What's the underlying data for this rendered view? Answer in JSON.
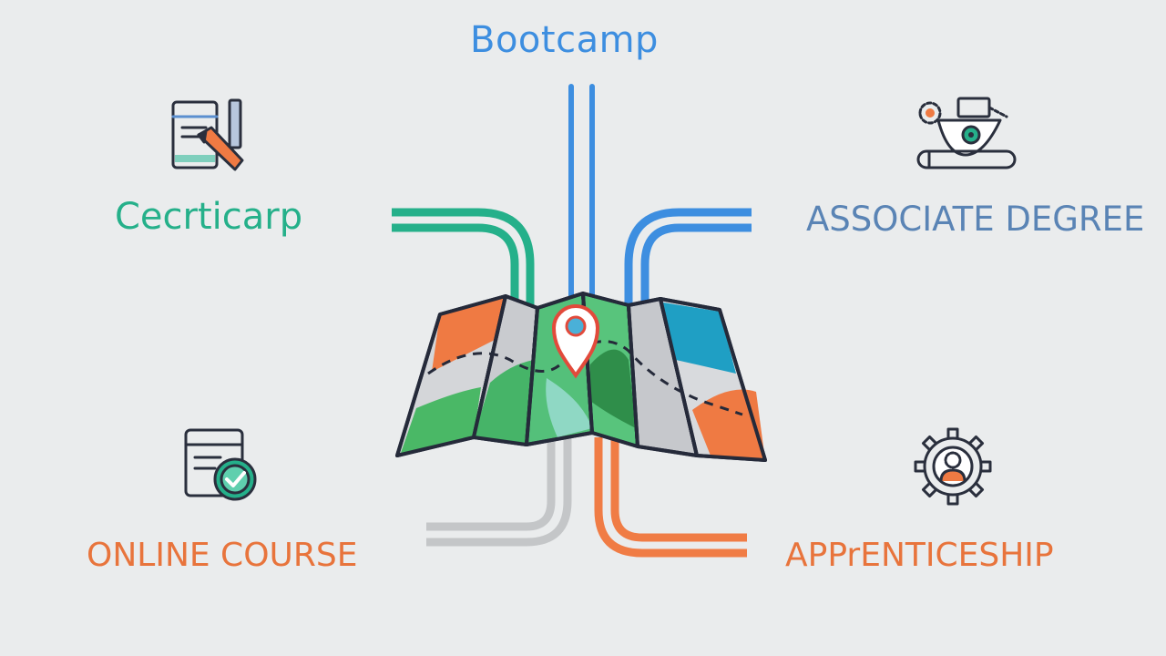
{
  "labels": {
    "top": "Bootcamp",
    "top_left": "Cecrticarp",
    "top_right": "ASSOCIATE DEGREE",
    "bottom_left": "ONLINE COURSE",
    "bottom_right": "APPrENTICESHIP"
  },
  "icons": {
    "top_left": "certificate-pencil-icon",
    "top_right": "document-eye-icon",
    "bottom_left": "online-course-check-icon",
    "bottom_right": "gear-person-icon",
    "center": "folded-map-icon",
    "pin": "location-pin-icon"
  },
  "colors": {
    "background": "#eaeced",
    "bootcamp": "#3d8ee0",
    "certificate": "#25b08a",
    "associate_degree": "#5a84b5",
    "online_course": "#e8743c",
    "apprenticeship": "#e8743c",
    "gray_path": "#c4c6c8",
    "orange_path": "#f07c45",
    "map_outline": "#252a3a"
  }
}
